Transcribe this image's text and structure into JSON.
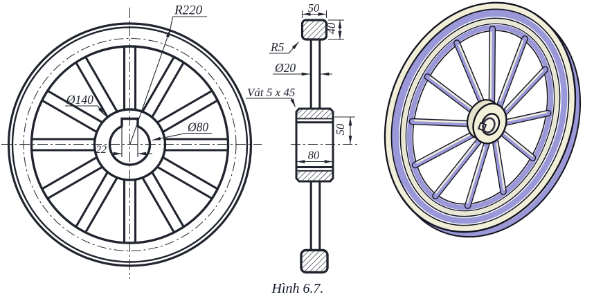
{
  "caption": "Hình 6.7.",
  "views": {
    "front": {
      "title": "wheel front view",
      "spoke_count": 12,
      "labels": {
        "outer_radius": "R220",
        "hub_diameter": "Ø140",
        "bore_diameter": "Ø80",
        "keyway_width": "22"
      }
    },
    "section": {
      "title": "wheel section view",
      "labels": {
        "rim_width": "50",
        "rim_height": "40",
        "fillet_radius": "R5",
        "spoke_diameter": "Ø20",
        "chamfer": "Vát 5 x 45",
        "hub_half_length": "50",
        "hub_diameter": "80"
      }
    },
    "render3d": {
      "title": "wheel 3D shaded view",
      "spoke_count": 12,
      "colors": {
        "rim": "#9a98d8",
        "face": "#f2efd9",
        "face_dim": "#e9e6d1",
        "outline": "#15151f"
      }
    }
  },
  "drawing": {
    "line_color": "#20242e"
  }
}
